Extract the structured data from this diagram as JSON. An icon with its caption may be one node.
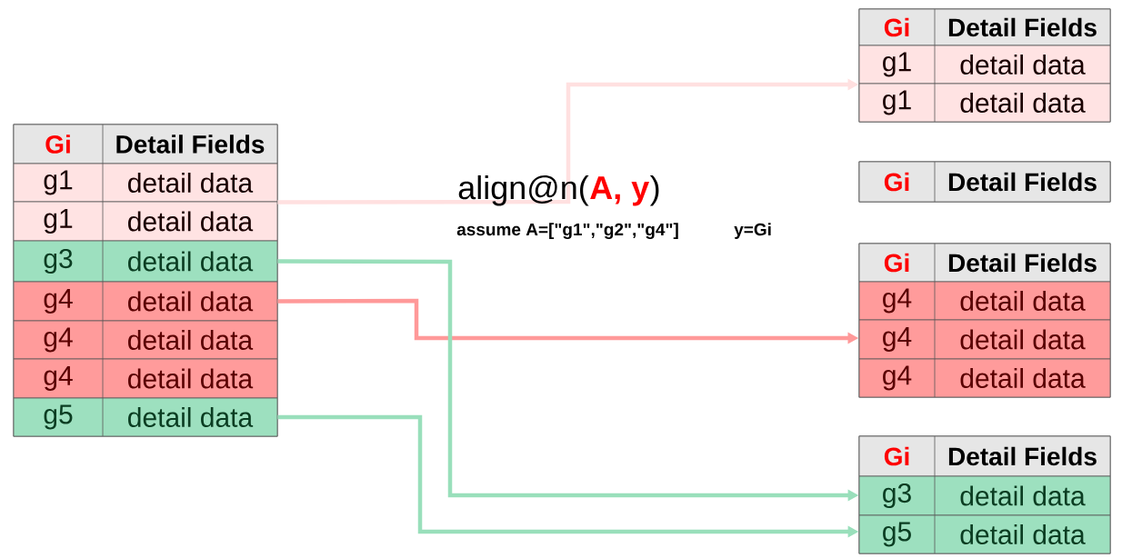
{
  "diagram": {
    "nodes": [
      {
        "text": [],
        "shape": "box"
      },
      {
        "text": [
          "Gi",
          "Detail Fields"
        ],
        "in": 0
      },
      {
        "text": [
          "g1",
          "detail data"
        ],
        "in": 0
      },
      {
        "text": [
          "g1",
          "detail data"
        ],
        "in": 0
      },
      {
        "text": [
          "g3",
          "detail data"
        ],
        "in": 0
      },
      {
        "text": [
          "g4",
          "detail data"
        ],
        "in": 0
      },
      {
        "text": [
          "g4",
          "detail data"
        ],
        "in": 0
      },
      {
        "text": [
          "g4",
          "detail data"
        ],
        "in": 0
      },
      {
        "text": [
          "g5",
          "detail data"
        ],
        "in": 0
      },
      {
        "text": [],
        "shape": "box"
      },
      {
        "text": [
          "Gi",
          "Detail Fields"
        ],
        "in": 9
      },
      {
        "text": [
          "g1",
          "detail data"
        ],
        "in": 9
      },
      {
        "text": [
          "g1",
          "detail data"
        ],
        "in": 9
      },
      {
        "text": [],
        "shape": "box"
      },
      {
        "text": [
          "Gi",
          "Detail Fields"
        ],
        "in": 13
      },
      {
        "text": [],
        "shape": "box"
      },
      {
        "text": [
          "Gi",
          "Detail Fields"
        ],
        "in": 15
      },
      {
        "text": [
          "g4",
          "detail data"
        ],
        "in": 15
      },
      {
        "text": [
          "g4",
          "detail data"
        ],
        "in": 15
      },
      {
        "text": [
          "g4",
          "detail data"
        ],
        "in": 15
      },
      {
        "text": [],
        "shape": "box"
      },
      {
        "text": [
          "Gi",
          "Detail Fields"
        ],
        "in": 20
      },
      {
        "text": [
          "g3",
          "detail data"
        ],
        "in": 20
      },
      {
        "text": [
          "g5",
          "detail data"
        ],
        "in": 20
      }
    ],
    "edges": [
      {
        "from": 2,
        "to": 9,
        "arrow": "to",
        "color": "#ffe0e0"
      },
      {
        "from": 5,
        "to": 15,
        "arrow": "to",
        "color": "#ff9999"
      },
      {
        "from": 4,
        "to": 22,
        "arrow": "to",
        "color": "#99dfbb"
      },
      {
        "from": 8,
        "to": 23,
        "arrow": "to",
        "color": "#99dfbb"
      }
    ],
    "labels": [
      "align@n(",
      "A, y",
      ")",
      "assume A=[\"g1\",\"g2\",\"g4\"]",
      "y=Gi"
    ]
  }
}
